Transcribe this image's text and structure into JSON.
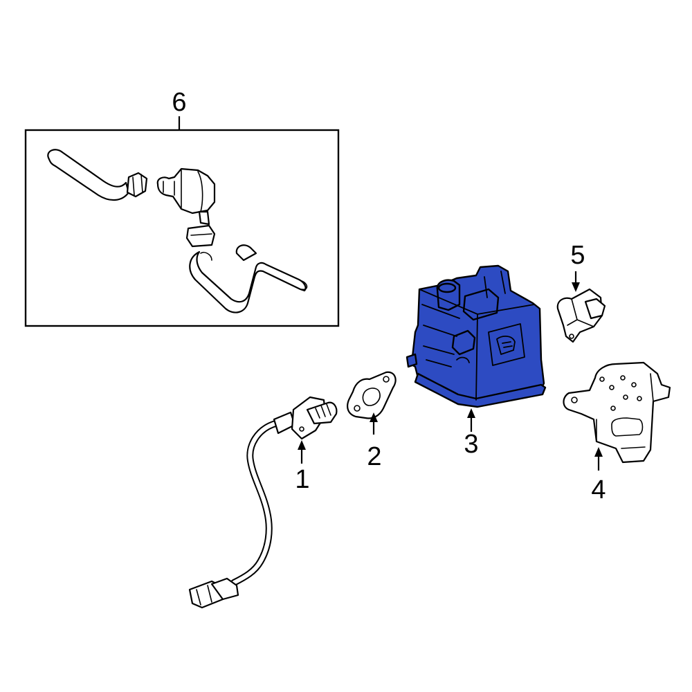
{
  "diagram": {
    "highlight_color": "#2d4bc2",
    "callouts": [
      {
        "id": "1",
        "label": "1"
      },
      {
        "id": "2",
        "label": "2"
      },
      {
        "id": "3",
        "label": "3"
      },
      {
        "id": "4",
        "label": "4"
      },
      {
        "id": "5",
        "label": "5"
      },
      {
        "id": "6",
        "label": "6"
      }
    ]
  }
}
